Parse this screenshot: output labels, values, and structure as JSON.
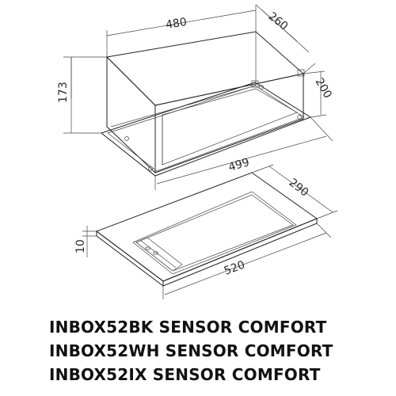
{
  "dimensions": {
    "top_width": "480",
    "top_depth": "260",
    "right_height": "200",
    "left_height": "173",
    "bottom_width": "499",
    "panel_depth": "290",
    "panel_thickness": "10",
    "panel_width": "520"
  },
  "models": [
    "INBOX52BK SENSOR COMFORT",
    "INBOX52WH SENSOR COMFORT",
    "INBOX52IX SENSOR COMFORT"
  ]
}
